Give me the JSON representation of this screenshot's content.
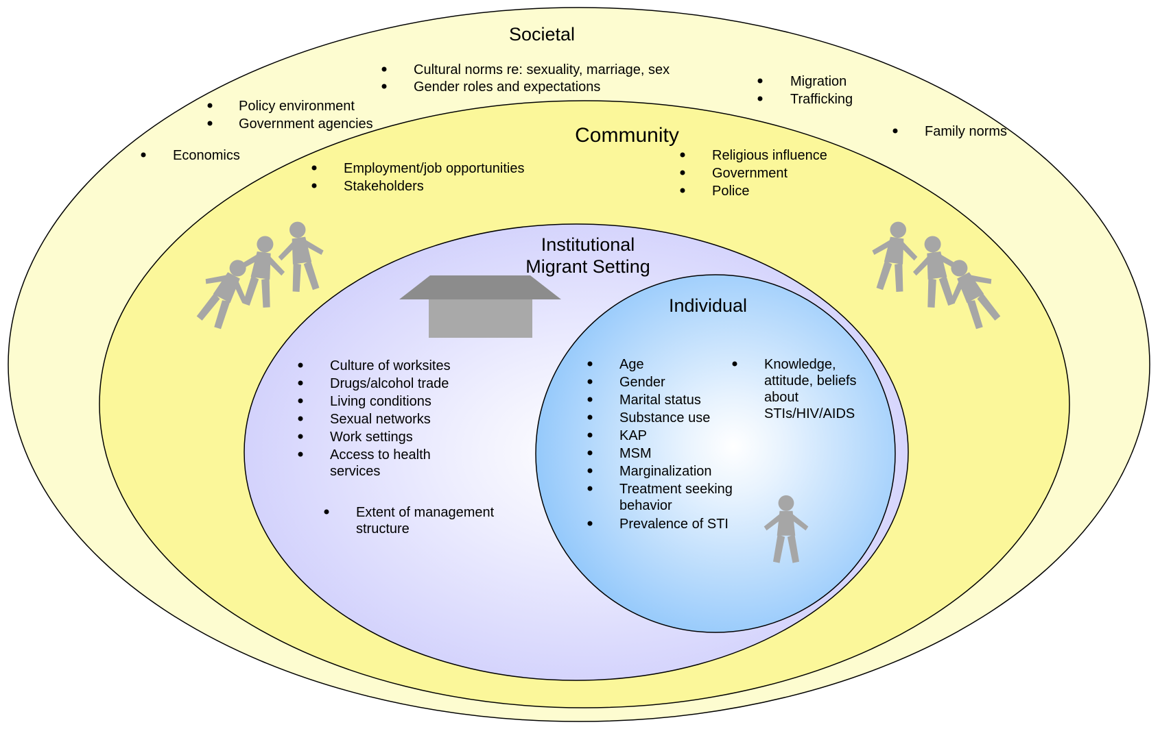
{
  "colors": {
    "societal_fill": "#fdfcd0",
    "community_fill": "#fbf79a",
    "institutional_fill": "#cccbfc",
    "individual_fill": "#95c9fb",
    "outline": "#000000",
    "icon_gray": "#a6a6a6",
    "house_roof": "#8c8c8c",
    "house_body": "#a9a9a9"
  },
  "icons": {
    "group_left": "people-group-icon",
    "group_right": "people-group-icon",
    "house": "house-icon",
    "person": "person-icon"
  },
  "societal": {
    "title": "Societal",
    "group_cultural": [
      "Cultural norms re: sexuality, marriage, sex",
      "Gender roles and expectations"
    ],
    "group_migration": [
      "Migration",
      "Trafficking"
    ],
    "group_policy": [
      "Policy environment",
      "Government agencies"
    ],
    "group_family": [
      "Family norms"
    ],
    "group_economics": [
      "Economics"
    ]
  },
  "community": {
    "title": "Community",
    "group_employment": [
      "Employment/job opportunities",
      "Stakeholders"
    ],
    "group_religious": [
      "Religious influence",
      "Government",
      "Police"
    ]
  },
  "institutional": {
    "title_line1": "Institutional",
    "title_line2": "Migrant Setting",
    "items": [
      "Culture of worksites",
      "Drugs/alcohol trade",
      "Living conditions",
      "Sexual networks",
      "Work settings",
      "Access to health",
      "services"
    ],
    "extra_item": [
      "Extent of management",
      "structure"
    ]
  },
  "individual": {
    "title": "Individual",
    "items": [
      "Age",
      "Gender",
      "Marital status",
      "Substance use",
      "KAP",
      "MSM",
      "Marginalization",
      "Treatment seeking",
      "behavior",
      "Prevalence of STI"
    ],
    "knowledge": [
      "Knowledge,",
      "attitude, beliefs",
      "about",
      "STIs/HIV/AIDS"
    ]
  }
}
